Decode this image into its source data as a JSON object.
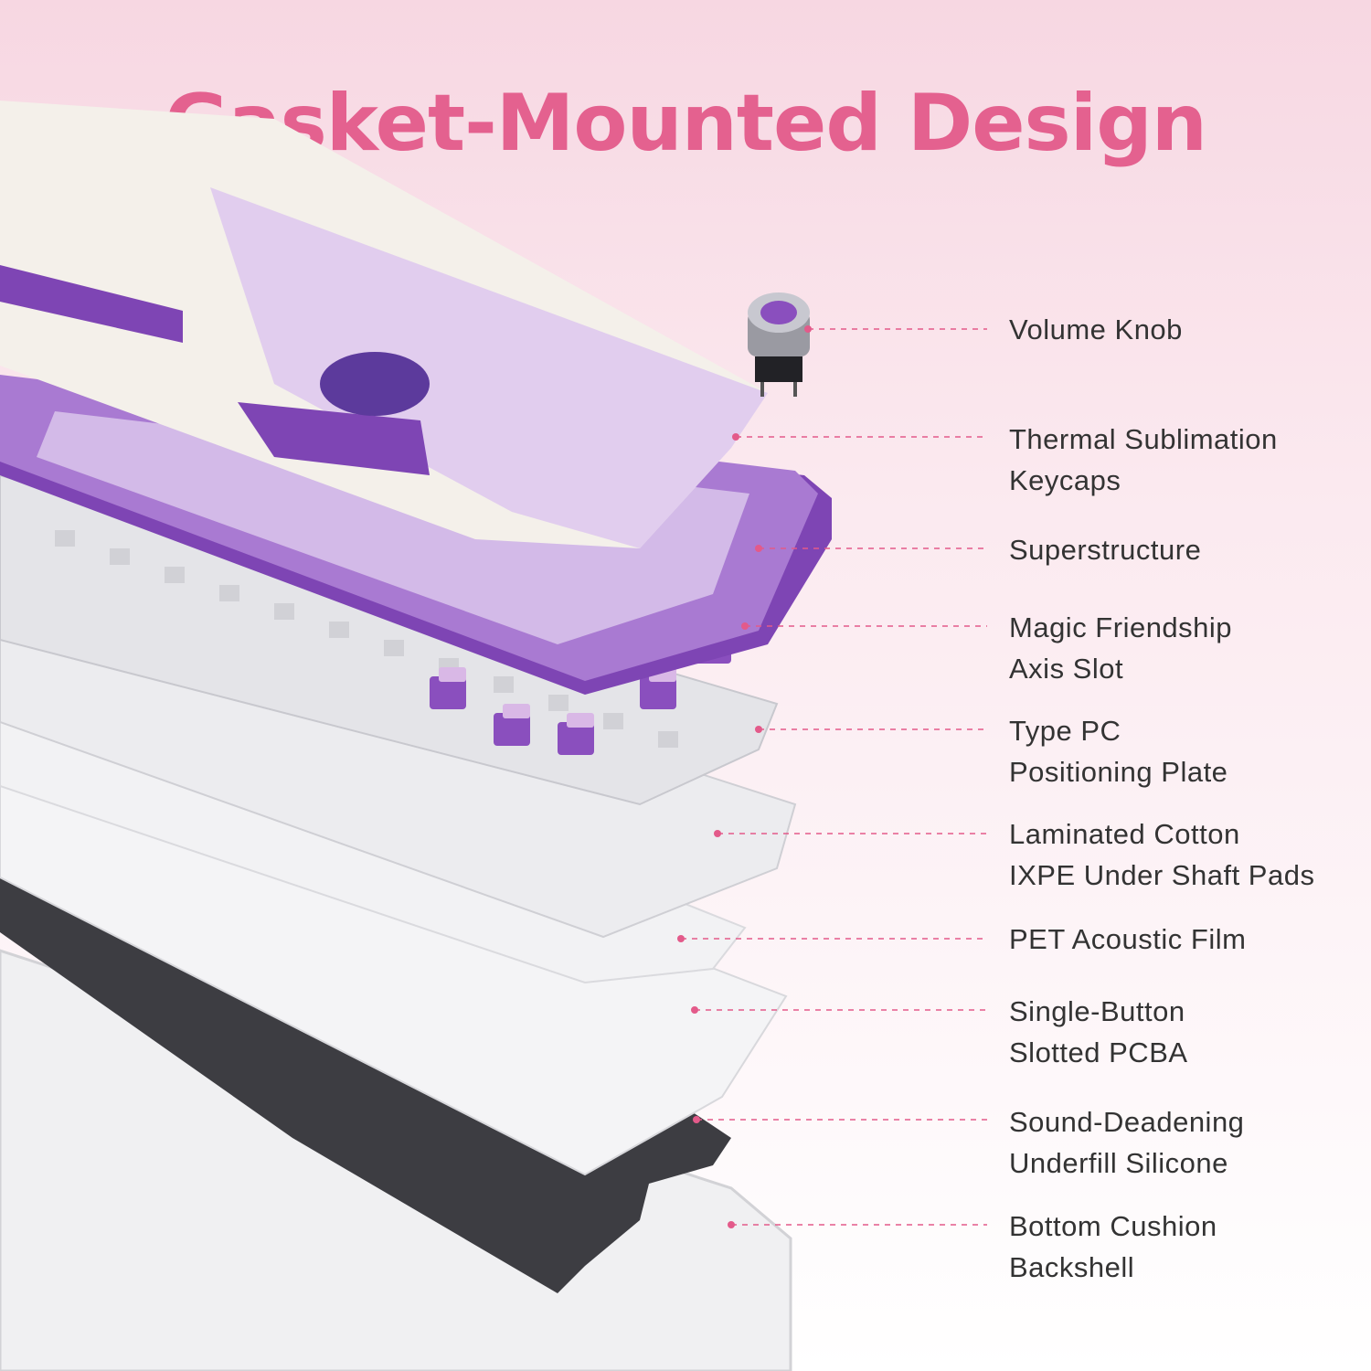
{
  "title": "Gasket-Mounted Design",
  "colors": {
    "title": "#e4618f",
    "label_text": "#333333",
    "leader_line": "#e35a8a",
    "purple": "#8a4fbe",
    "lilac": "#d9c2ec",
    "cream": "#f5f1ea",
    "plate": "#e7e7ea",
    "silicone": "#3a3a3e"
  },
  "callouts": [
    {
      "name": "volume-knob",
      "lines": [
        "Volume Knob"
      ]
    },
    {
      "name": "thermal-sublimation-keycaps",
      "lines": [
        "Thermal Sublimation",
        "Keycaps"
      ]
    },
    {
      "name": "superstructure",
      "lines": [
        "Superstructure"
      ]
    },
    {
      "name": "magic-friendship-axis-slot",
      "lines": [
        "Magic Friendship",
        "Axis Slot"
      ]
    },
    {
      "name": "type-pc-positioning-plate",
      "lines": [
        "Type PC",
        "Positioning Plate"
      ]
    },
    {
      "name": "laminated-cotton-ixpe",
      "lines": [
        "Laminated Cotton",
        "IXPE Under Shaft Pads"
      ]
    },
    {
      "name": "pet-acoustic-film",
      "lines": [
        "PET Acoustic Film"
      ]
    },
    {
      "name": "single-button-slotted-pcba",
      "lines": [
        "Single-Button",
        "Slotted PCBA"
      ]
    },
    {
      "name": "sound-deadening-underfill-silicone",
      "lines": [
        "Sound-Deadening",
        "Underfill Silicone"
      ]
    },
    {
      "name": "bottom-cushion-backshell",
      "lines": [
        "Bottom Cushion",
        "Backshell"
      ]
    }
  ]
}
